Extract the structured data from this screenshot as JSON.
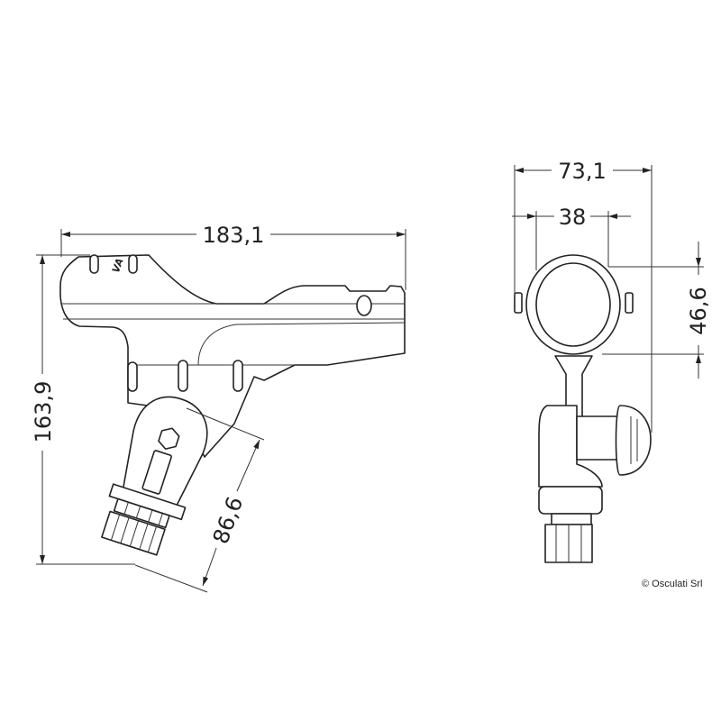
{
  "drawing": {
    "side_view": {
      "overall_length": "183,1",
      "overall_height": "163,9",
      "tilt_length": "86,6"
    },
    "front_view": {
      "overall_width": "73,1",
      "tube_width": "38",
      "tube_height": "46,6"
    },
    "copyright": "© Osculati Srl"
  }
}
